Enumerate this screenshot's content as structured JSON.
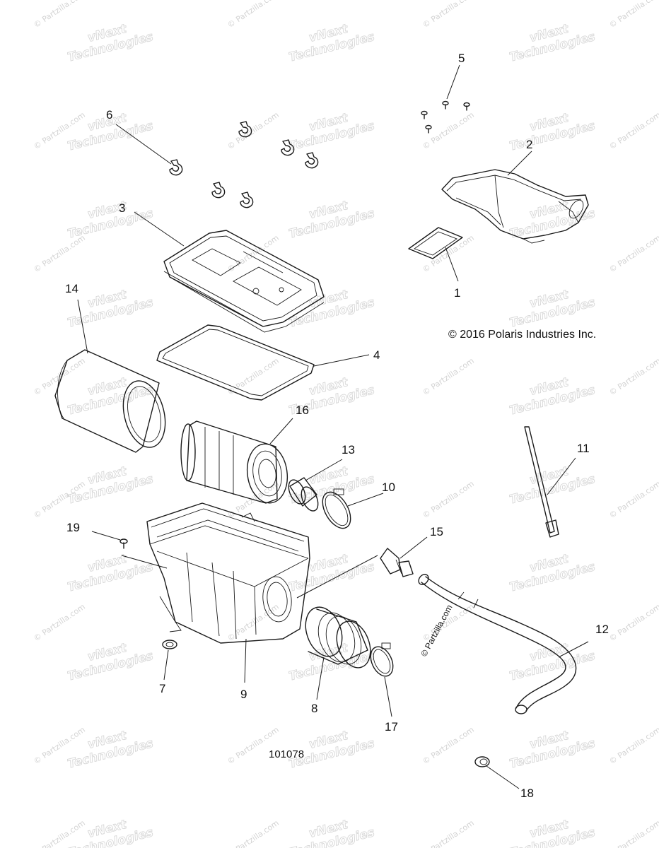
{
  "diagram": {
    "copyright": "© 2016 Polaris Industries Inc.",
    "drawing_number": "101078",
    "watermark": {
      "brand_line1": "vNext",
      "brand_line2": "Technologies",
      "site": "© Partzilla.com",
      "inline_site": "© Partzilla.com"
    },
    "callouts": {
      "c1": "1",
      "c2": "2",
      "c3": "3",
      "c4": "4",
      "c5": "5",
      "c6": "6",
      "c7": "7",
      "c8": "8",
      "c9": "9",
      "c10": "10",
      "c11": "11",
      "c12": "12",
      "c13": "13",
      "c14": "14",
      "c15": "15",
      "c16": "16",
      "c17": "17",
      "c18": "18",
      "c19": "19"
    }
  }
}
